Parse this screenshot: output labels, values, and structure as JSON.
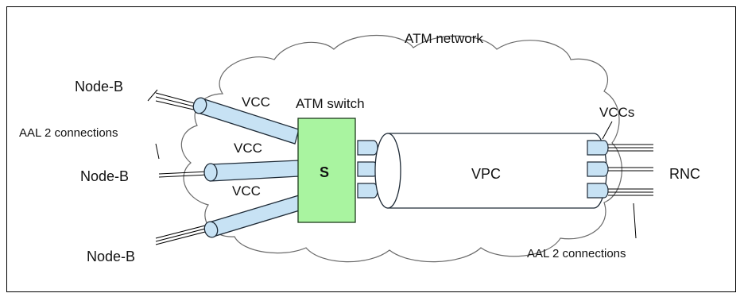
{
  "diagram": {
    "network_label": "ATM network",
    "switch_label": "ATM switch",
    "switch_letter": "S",
    "vpc_label": "VPC",
    "rnc_label": "RNC",
    "vccs_label": "VCCs",
    "vcc_labels": [
      "VCC",
      "VCC",
      "VCC"
    ],
    "node_labels": [
      "Node-B",
      "Node-B",
      "Node-B"
    ],
    "aal_left_label": "AAL 2 connections",
    "aal_right_label": "AAL 2 connections",
    "colors": {
      "tube_fill": "#c7e2f4",
      "tube_stroke": "#1e2a36",
      "switch_fill": "#a9f4a0",
      "switch_stroke": "#1d3b1d",
      "line": "#000000"
    }
  }
}
